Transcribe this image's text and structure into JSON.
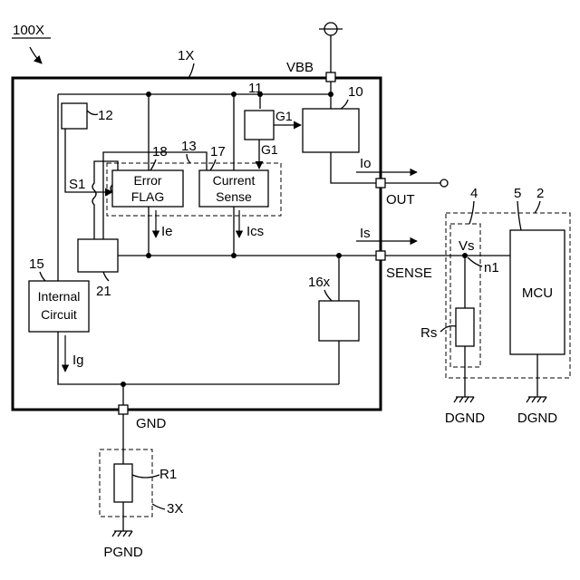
{
  "figure_label": "100X",
  "device": {
    "label": "1X"
  },
  "pins": {
    "vbb": "VBB",
    "out": "OUT",
    "sense": "SENSE",
    "gnd": "GND"
  },
  "blocks": {
    "power_switch": {
      "ref": "10"
    },
    "gate_driver": {
      "ref": "11"
    },
    "block_12": {
      "ref": "12"
    },
    "error_flag": {
      "ref": "18",
      "line1": "Error",
      "line2": "FLAG"
    },
    "current_sense": {
      "ref": "17",
      "line1": "Current",
      "line2": "Sense"
    },
    "group_13": {
      "ref": "13"
    },
    "block_21": {
      "ref": "21"
    },
    "internal_circuit": {
      "ref": "15",
      "line1": "Internal",
      "line2": "Circuit"
    },
    "block_16x": {
      "ref": "16x"
    },
    "mcu": {
      "ref": "5",
      "label": "MCU"
    },
    "resistor_rs": {
      "ref": "4",
      "label": "Rs"
    },
    "ecu": {
      "ref": "2"
    },
    "resistor_r1": {
      "label": "R1"
    },
    "group_3x": {
      "ref": "3X"
    }
  },
  "signals": {
    "g1_top": "G1",
    "g1_bottom": "G1",
    "s1": "S1",
    "io": "Io",
    "is": "Is",
    "ie": "Ie",
    "ics": "Ics",
    "ig": "Ig",
    "vs": "Vs",
    "n1": "n1"
  },
  "grounds": {
    "dgnd_left": "DGND",
    "dgnd_right": "DGND",
    "pgnd": "PGND"
  }
}
